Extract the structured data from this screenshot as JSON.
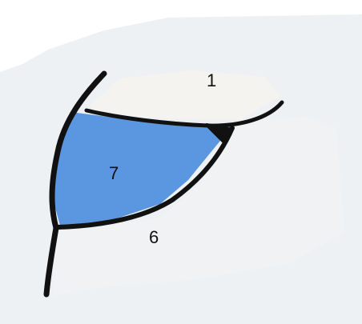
{
  "diagram": {
    "regions": [
      {
        "id": "1",
        "label": "1",
        "fill": "#f4f3ef"
      },
      {
        "id": "7",
        "label": "7",
        "fill": "#5b96e0"
      },
      {
        "id": "6",
        "label": "6",
        "fill": "#f0f2f4"
      }
    ],
    "outline_color": "#111111",
    "background_color": "#eef1f4"
  }
}
